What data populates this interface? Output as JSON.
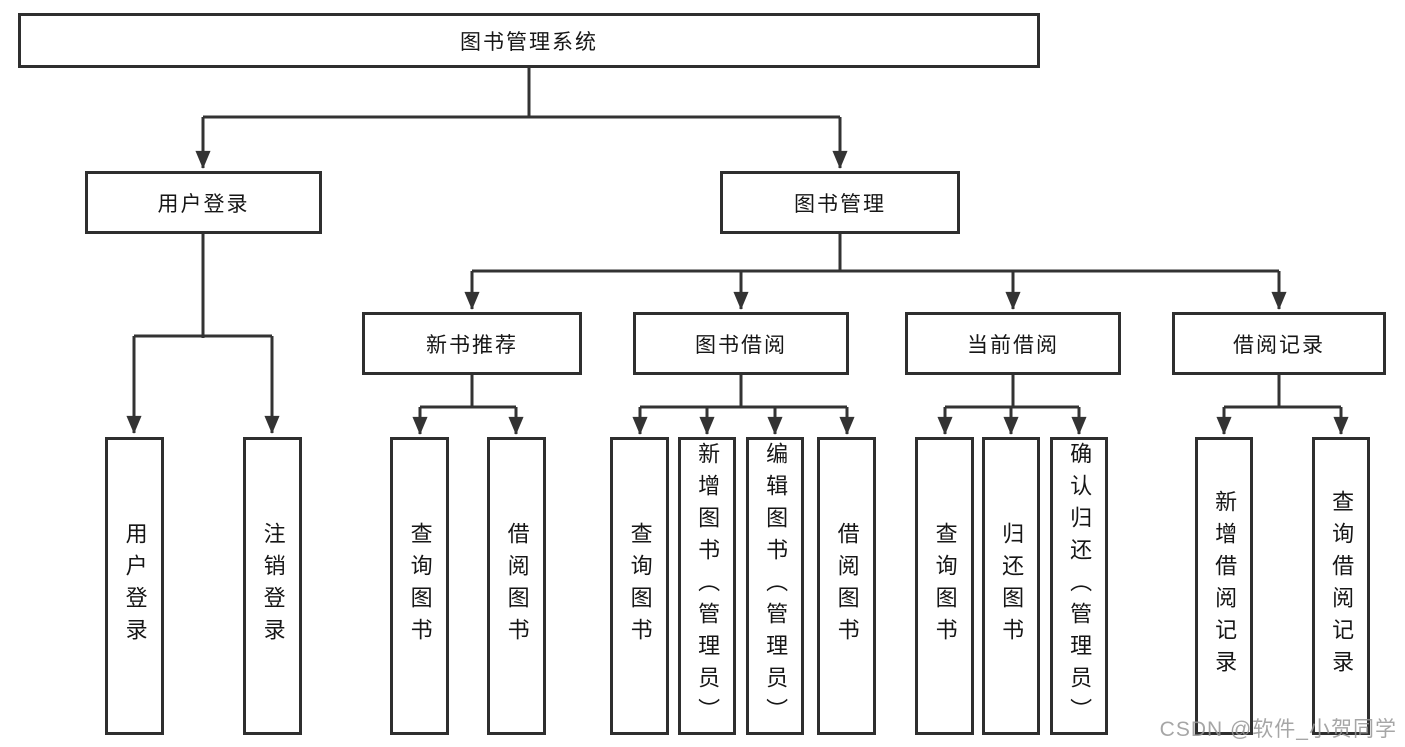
{
  "diagram": {
    "root": {
      "label": "图书管理系统"
    },
    "branches": [
      {
        "label": "用户登录",
        "children": [
          {
            "label": "用户登录"
          },
          {
            "label": "注销登录"
          }
        ]
      },
      {
        "label": "图书管理",
        "sections": [
          {
            "label": "新书推荐",
            "children": [
              {
                "label": "查询图书"
              },
              {
                "label": "借阅图书"
              }
            ]
          },
          {
            "label": "图书借阅",
            "children": [
              {
                "label": "查询图书"
              },
              {
                "label": "新增图书（管理员）"
              },
              {
                "label": "编辑图书（管理员）"
              },
              {
                "label": "借阅图书"
              }
            ]
          },
          {
            "label": "当前借阅",
            "children": [
              {
                "label": "查询图书"
              },
              {
                "label": "归还图书"
              },
              {
                "label": "确认归还（管理员）"
              }
            ]
          },
          {
            "label": "借阅记录",
            "children": [
              {
                "label": "新增借阅记录"
              },
              {
                "label": "查询借阅记录"
              }
            ]
          }
        ]
      }
    ],
    "colors": {
      "line": "#333333",
      "box_border": "#2f2f2f",
      "text": "#161616",
      "background": "#ffffff",
      "watermark": "#969696"
    }
  },
  "watermark": {
    "text": "CSDN @软件_小贺同学"
  }
}
